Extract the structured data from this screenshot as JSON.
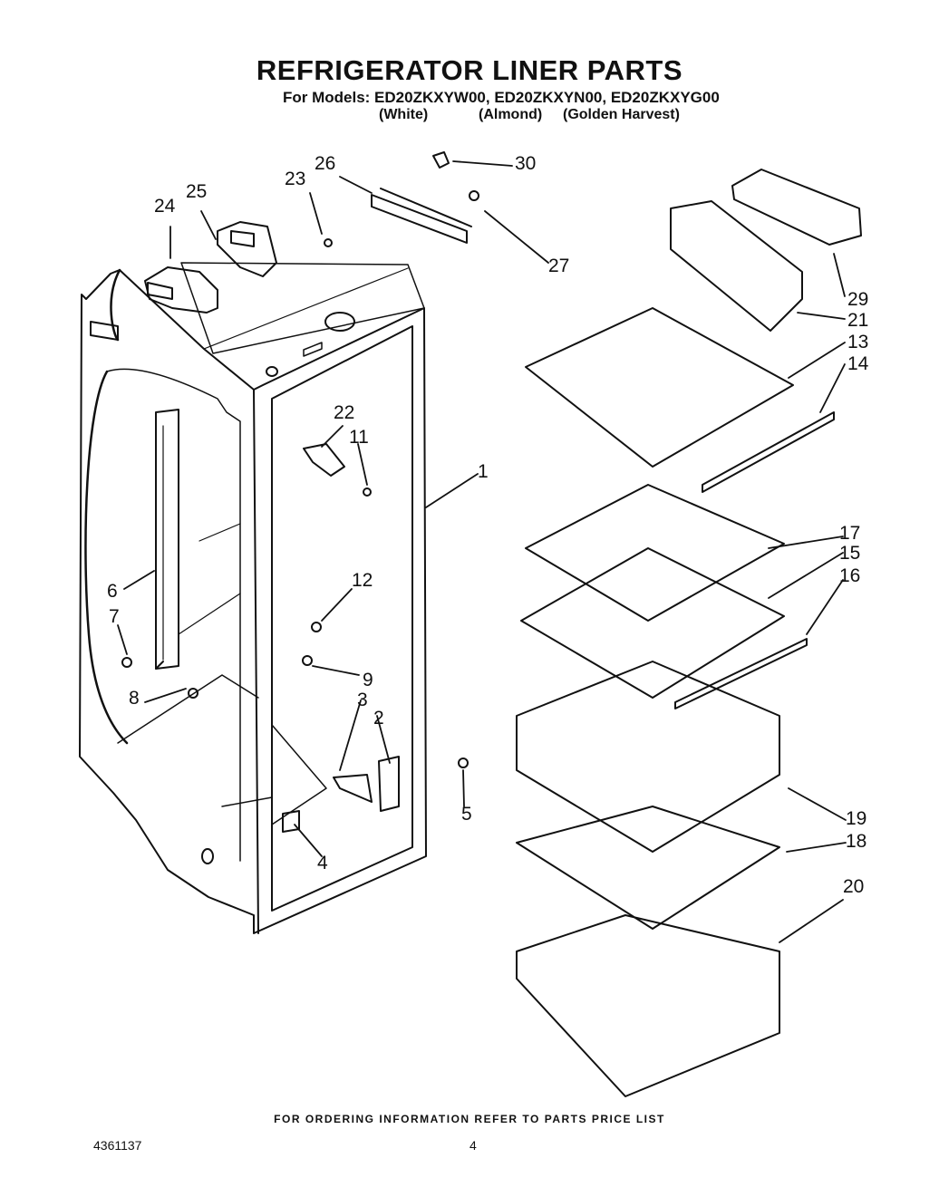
{
  "header": {
    "title": "REFRIGERATOR LINER PARTS",
    "models_line": "For Models: ED20ZKXYW00, ED20ZKXYN00, ED20ZKXYG00",
    "colors": [
      "(White)",
      "(Almond)",
      "(Golden Harvest)"
    ]
  },
  "callouts": [
    "1",
    "2",
    "3",
    "4",
    "5",
    "6",
    "7",
    "8",
    "9",
    "11",
    "12",
    "13",
    "14",
    "15",
    "16",
    "17",
    "18",
    "19",
    "20",
    "21",
    "22",
    "23",
    "24",
    "25",
    "26",
    "27",
    "29",
    "30"
  ],
  "footer": {
    "ordering_note": "FOR ORDERING INFORMATION REFER TO PARTS PRICE LIST",
    "doc_number": "4361137",
    "page_number": "4"
  }
}
